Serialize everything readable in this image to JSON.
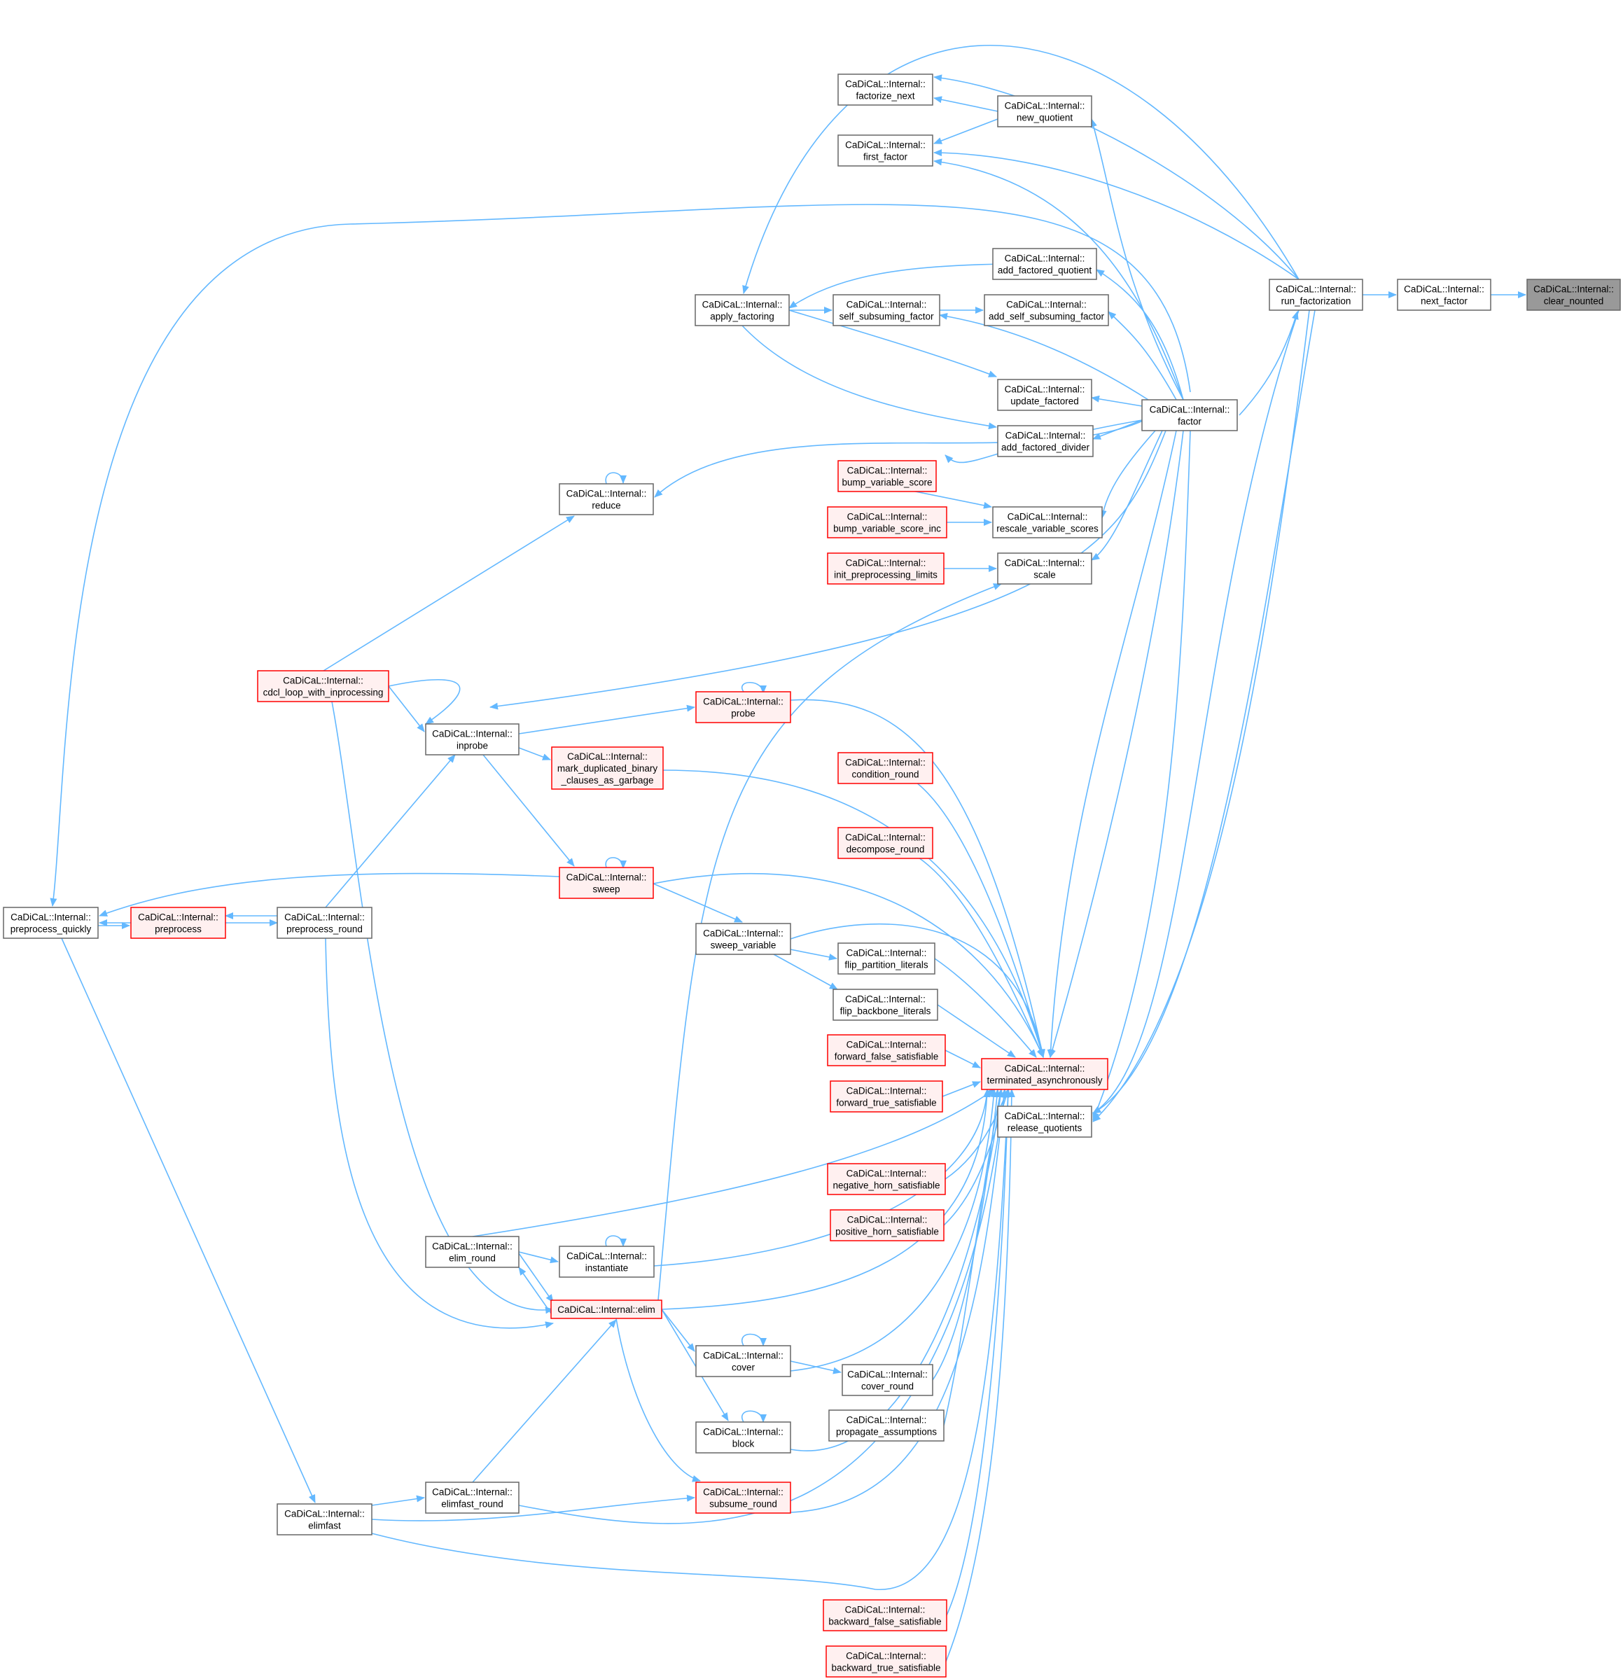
{
  "colors": {
    "edge": "#63b8ff",
    "node_border": "#666666",
    "node_fill": "#ffffff",
    "truncated_border": "#ff0000",
    "truncated_fill": "#fff0f0",
    "focus_fill": "#999999",
    "focus_border": "#666666"
  },
  "nodes": [
    {
      "id": "clear_nounted",
      "line1": "CaDiCaL::Internal::",
      "line2": "clear_nounted",
      "style": "focus"
    },
    {
      "id": "next_factor",
      "line1": "CaDiCaL::Internal::",
      "line2": "next_factor",
      "style": "normal"
    },
    {
      "id": "run_factorization",
      "line1": "CaDiCaL::Internal::",
      "line2": "run_factorization",
      "style": "normal"
    },
    {
      "id": "factorize_next",
      "line1": "CaDiCaL::Internal::",
      "line2": "factorize_next",
      "style": "normal"
    },
    {
      "id": "new_quotient",
      "line1": "CaDiCaL::Internal::",
      "line2": "new_quotient",
      "style": "normal"
    },
    {
      "id": "first_factor",
      "line1": "CaDiCaL::Internal::",
      "line2": "first_factor",
      "style": "normal"
    },
    {
      "id": "add_factored_quotient",
      "line1": "CaDiCaL::Internal::",
      "line2": "add_factored_quotient",
      "style": "normal"
    },
    {
      "id": "apply_factoring",
      "line1": "CaDiCaL::Internal::",
      "line2": "apply_factoring",
      "style": "normal"
    },
    {
      "id": "self_subsuming_factor",
      "line1": "CaDiCaL::Internal::",
      "line2": "self_subsuming_factor",
      "style": "normal"
    },
    {
      "id": "add_self_subsuming_factor",
      "line1": "CaDiCaL::Internal::",
      "line2": "add_self_subsuming_factor",
      "style": "normal"
    },
    {
      "id": "update_factored",
      "line1": "CaDiCaL::Internal::",
      "line2": "update_factored",
      "style": "normal"
    },
    {
      "id": "factor",
      "line1": "CaDiCaL::Internal::",
      "line2": "factor",
      "style": "normal"
    },
    {
      "id": "add_factored_divider",
      "line1": "CaDiCaL::Internal::",
      "line2": "add_factored_divider",
      "style": "normal"
    },
    {
      "id": "bump_variable_score",
      "line1": "CaDiCaL::Internal::",
      "line2": "bump_variable_score",
      "style": "truncated"
    },
    {
      "id": "reduce",
      "line1": "CaDiCaL::Internal::",
      "line2": "reduce",
      "style": "normal"
    },
    {
      "id": "bump_variable_score_inc",
      "line1": "CaDiCaL::Internal::",
      "line2": "bump_variable_score_inc",
      "style": "truncated"
    },
    {
      "id": "rescale_variable_scores",
      "line1": "CaDiCaL::Internal::",
      "line2": "rescale_variable_scores",
      "style": "normal"
    },
    {
      "id": "init_preprocessing_limits",
      "line1": "CaDiCaL::Internal::",
      "line2": "init_preprocessing_limits",
      "style": "truncated"
    },
    {
      "id": "scale",
      "line1": "CaDiCaL::Internal::",
      "line2": "scale",
      "style": "normal"
    },
    {
      "id": "cdcl_loop_with_inprocessing",
      "line1": "CaDiCaL::Internal::",
      "line2": "cdcl_loop_with_inprocessing",
      "style": "truncated"
    },
    {
      "id": "probe",
      "line1": "CaDiCaL::Internal::",
      "line2": "probe",
      "style": "truncated"
    },
    {
      "id": "inprobe",
      "line1": "CaDiCaL::Internal::",
      "line2": "inprobe",
      "style": "normal"
    },
    {
      "id": "condition_round",
      "line1": "CaDiCaL::Internal::",
      "line2": "condition_round",
      "style": "truncated"
    },
    {
      "id": "mark_duplicated",
      "line1": "CaDiCaL::Internal::",
      "line2": "mark_duplicated_binary",
      "line3": "_clauses_as_garbage",
      "style": "truncated"
    },
    {
      "id": "decompose_round",
      "line1": "CaDiCaL::Internal::",
      "line2": "decompose_round",
      "style": "truncated"
    },
    {
      "id": "sweep",
      "line1": "CaDiCaL::Internal::",
      "line2": "sweep",
      "style": "truncated"
    },
    {
      "id": "preprocess_quickly",
      "line1": "CaDiCaL::Internal::",
      "line2": "preprocess_quickly",
      "style": "normal"
    },
    {
      "id": "preprocess",
      "line1": "CaDiCaL::Internal::",
      "line2": "preprocess",
      "style": "truncated"
    },
    {
      "id": "preprocess_round",
      "line1": "CaDiCaL::Internal::",
      "line2": "preprocess_round",
      "style": "normal"
    },
    {
      "id": "sweep_variable",
      "line1": "CaDiCaL::Internal::",
      "line2": "sweep_variable",
      "style": "normal"
    },
    {
      "id": "flip_partition_literals",
      "line1": "CaDiCaL::Internal::",
      "line2": "flip_partition_literals",
      "style": "normal"
    },
    {
      "id": "flip_backbone_literals",
      "line1": "CaDiCaL::Internal::",
      "line2": "flip_backbone_literals",
      "style": "normal"
    },
    {
      "id": "forward_false_satisfiable",
      "line1": "CaDiCaL::Internal::",
      "line2": "forward_false_satisfiable",
      "style": "truncated"
    },
    {
      "id": "terminated_asynchronously",
      "line1": "CaDiCaL::Internal::",
      "line2": "terminated_asynchronously",
      "style": "truncated"
    },
    {
      "id": "forward_true_satisfiable",
      "line1": "CaDiCaL::Internal::",
      "line2": "forward_true_satisfiable",
      "style": "truncated"
    },
    {
      "id": "release_quotients",
      "line1": "CaDiCaL::Internal::",
      "line2": "release_quotients",
      "style": "normal"
    },
    {
      "id": "negative_horn_satisfiable",
      "line1": "CaDiCaL::Internal::",
      "line2": "negative_horn_satisfiable",
      "style": "truncated"
    },
    {
      "id": "positive_horn_satisfiable",
      "line1": "CaDiCaL::Internal::",
      "line2": "positive_horn_satisfiable",
      "style": "truncated"
    },
    {
      "id": "elim_round",
      "line1": "CaDiCaL::Internal::",
      "line2": "elim_round",
      "style": "normal"
    },
    {
      "id": "instantiate",
      "line1": "CaDiCaL::Internal::",
      "line2": "instantiate",
      "style": "normal"
    },
    {
      "id": "elim",
      "line1": "CaDiCaL::Internal::elim",
      "style": "truncated"
    },
    {
      "id": "cover",
      "line1": "CaDiCaL::Internal::",
      "line2": "cover",
      "style": "normal"
    },
    {
      "id": "cover_round",
      "line1": "CaDiCaL::Internal::",
      "line2": "cover_round",
      "style": "normal"
    },
    {
      "id": "propagate_assumptions",
      "line1": "CaDiCaL::Internal::",
      "line2": "propagate_assumptions",
      "style": "normal"
    },
    {
      "id": "block",
      "line1": "CaDiCaL::Internal::",
      "line2": "block",
      "style": "normal"
    },
    {
      "id": "elimfast",
      "line1": "CaDiCaL::Internal::",
      "line2": "elimfast",
      "style": "normal"
    },
    {
      "id": "elimfast_round",
      "line1": "CaDiCaL::Internal::",
      "line2": "elimfast_round",
      "style": "normal"
    },
    {
      "id": "subsume_round",
      "line1": "CaDiCaL::Internal::",
      "line2": "subsume_round",
      "style": "truncated"
    },
    {
      "id": "backward_false_satisfiable",
      "line1": "CaDiCaL::Internal::",
      "line2": "backward_false_satisfiable",
      "style": "truncated"
    },
    {
      "id": "backward_true_satisfiable",
      "line1": "CaDiCaL::Internal::",
      "line2": "backward_true_satisfiable",
      "style": "truncated"
    }
  ]
}
